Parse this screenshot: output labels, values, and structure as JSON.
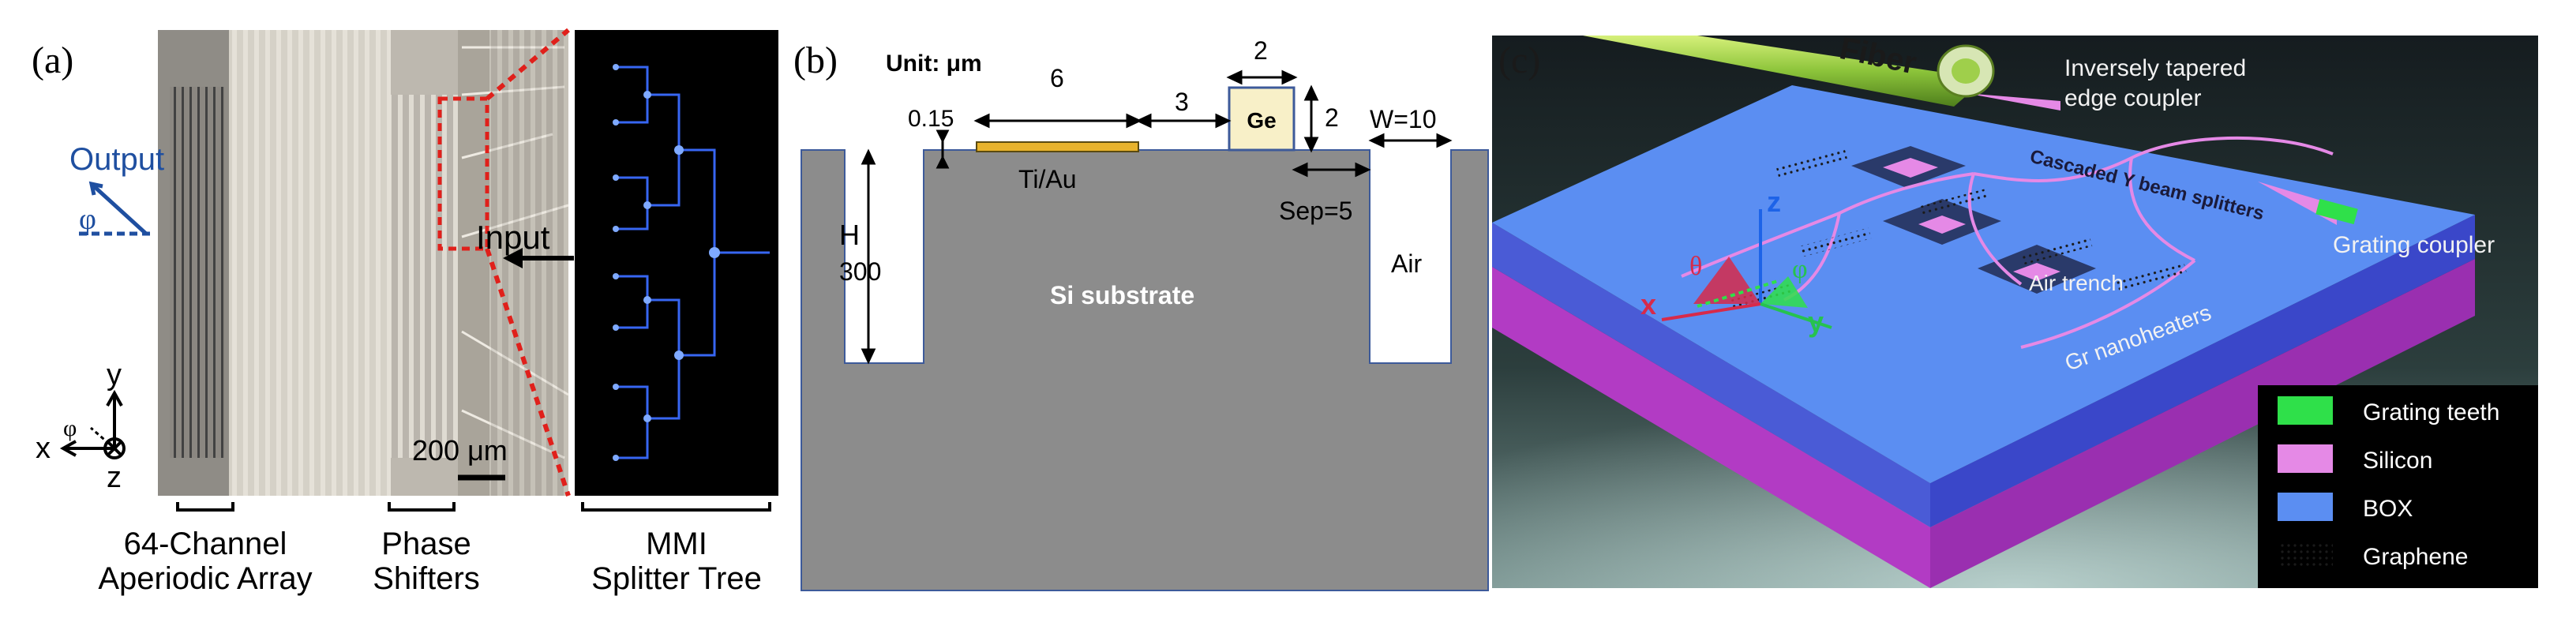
{
  "panel_a": {
    "label": "(a)",
    "output_label": "Output",
    "phi_symbol": "φ",
    "input_label": "Input",
    "axes": {
      "y": "y",
      "x": "x",
      "z": "z",
      "phi": "φ"
    },
    "scale_bar": "200 μm",
    "captions": {
      "array_line1": "64-Channel",
      "array_line2": "Aperiodic Array",
      "phase_line1": "Phase",
      "phase_line2": "Shifters",
      "mmi_line1": "MMI",
      "mmi_line2": "Splitter Tree"
    },
    "colors": {
      "highlight": "#e0201b",
      "output_blue": "#1f4fa0"
    }
  },
  "panel_b": {
    "label": "(b)",
    "unit": "Unit: μm",
    "dim_top_6": "6",
    "dim_top_3": "3",
    "dim_top_2": "2",
    "dim_side_2": "2",
    "dim_015": "0.15",
    "width": "W=10",
    "electrode": "Ti/Au",
    "ge": "Ge",
    "sep": "Sep=5",
    "H": "H",
    "h_value": "300",
    "air": "Air",
    "substrate": "Si substrate",
    "colors": {
      "substrate": "#8c8c8c",
      "electrode": "#e8b32c",
      "ge": "#f8f0c8",
      "frame": "#3d5a9a"
    }
  },
  "panel_c": {
    "label": "(c)",
    "fiber": "Fiber",
    "edge_coupler_line1": "Inversely tapered",
    "edge_coupler_line2": "edge coupler",
    "y_splitters": "Cascaded Y beam splitters",
    "grating_coupler": "Grating coupler",
    "air_trench": "Air trench",
    "nanoheaters": "Gr nanoheaters",
    "axis_z": "z",
    "axis_x": "x",
    "axis_y": "y",
    "theta": "θ",
    "phi": "φ",
    "legend": [
      {
        "label": "Grating teeth",
        "color": "#2fe04a"
      },
      {
        "label": "Silicon",
        "color": "#e589e6"
      },
      {
        "label": "BOX",
        "color": "#5b8ef2"
      },
      {
        "label": "Graphene",
        "color": "#000000"
      }
    ]
  }
}
